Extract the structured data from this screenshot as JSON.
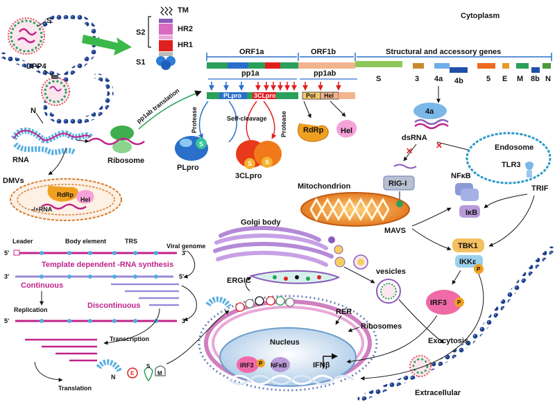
{
  "regions": {
    "cytoplasm": "Cytoplasm",
    "extracellular": "Extracellular",
    "nucleus": "Nucleus"
  },
  "spike": {
    "S": "S",
    "TM": "TM",
    "HR2": "HR2",
    "HR1": "HR1",
    "S2": "S2",
    "S1": "S1"
  },
  "entry": {
    "receptor": "DPP4",
    "nucleocapsid": "N",
    "rna": "RNA",
    "ribosome": "Ribosome",
    "translation_arrow": "pp1ab translation"
  },
  "genome": {
    "orf1a": "ORF1a",
    "orf1b": "ORF1b",
    "structural": "Structural and accessory genes",
    "genes": [
      "S",
      "3",
      "4a",
      "4b",
      "5",
      "E",
      "M",
      "8b",
      "N"
    ]
  },
  "polyprotein": {
    "pp1a": "pp1a",
    "pp1ab": "pp1ab",
    "plpro_segment": "PLpro",
    "clpro_segment": "3CLpro",
    "pol_segment": "Pol",
    "hel_segment": "Hel",
    "protease_left": "Protease",
    "protease_right": "Protease",
    "self_cleavage": "Self-cleavage"
  },
  "enzymes": {
    "plpro": "PLpro",
    "clpro": "3CLpro",
    "rdrp": "RdRp",
    "hel": "Hel",
    "plpro_s": "S",
    "clpro_s1": "S",
    "clpro_s2": "S"
  },
  "dmv": {
    "title": "DMVs",
    "rdrp": "RdRp",
    "hel": "Hel",
    "rna": "-/+RNA"
  },
  "rna_synthesis": {
    "leader": "Leader",
    "body_element": "Body element",
    "trs": "TRS",
    "viral_genome": "Viral genome",
    "five_prime": "5'",
    "three_prime": "3'",
    "template": "Template dependent -RNA synthesis",
    "continuous": "Continuous",
    "discontinuous": "Discontinuous",
    "replication": "Replication",
    "transcription": "Transcription",
    "translation": "Translation",
    "proteins": [
      "N",
      "E",
      "S",
      "M"
    ]
  },
  "innate": {
    "protein_4a": "4a",
    "dsrna": "dsRNA",
    "endosome": "Endosome",
    "tlr3": "TLR3",
    "trif": "TRIF",
    "mitochondrion": "Mitochondrion",
    "rigi": "RIG-I",
    "mavs": "MAVS",
    "nfkb": "NFκB",
    "ikb": "IκB",
    "tbk1": "TBK1",
    "ikke": "IKKε",
    "p": "P",
    "irf3": "IRF3"
  },
  "assembly": {
    "golgi": "Golgi body",
    "ergic": "ERGIC",
    "vesicles": "vesicles",
    "rer": "RER",
    "ribosomes": "Ribosomes",
    "exocytosis": "Exocytosis"
  },
  "nucleus_items": {
    "irf3": "IRF3",
    "p": "P",
    "nfkb": "NFκB",
    "ifnb": "IFNβ"
  },
  "colors": {
    "membrane_blue": "#1d3f8a",
    "spike_red": "#e02020",
    "rna_magenta": "#c0228a",
    "orf1a_green": "#2aa05a",
    "orf1b_peach": "#f2b48c",
    "arrow_blue": "#2a6fc9",
    "arrow_red": "#e02020",
    "mito_orange": "#f08a24",
    "golgi_purple": "#8a5bb8"
  }
}
